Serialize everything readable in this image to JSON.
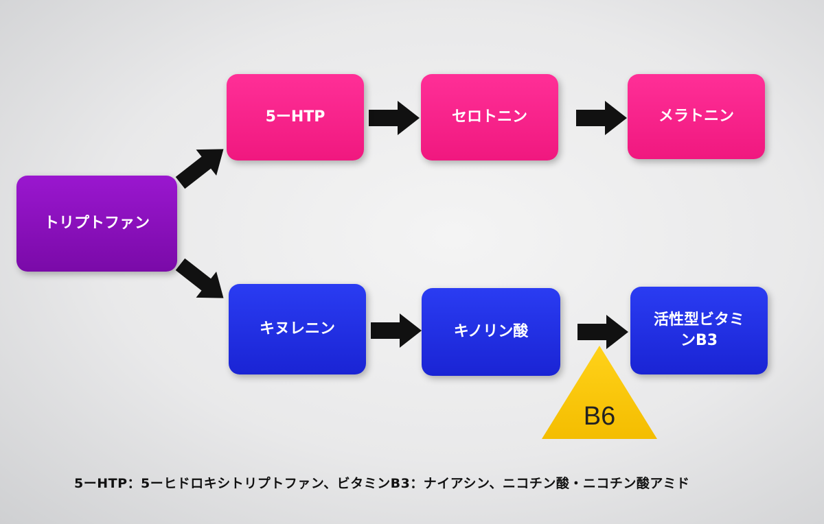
{
  "nodes": {
    "tryptophan": "トリプトファン",
    "htp5": "5ーHTP",
    "serotonin": "セロトニン",
    "melatonin": "メラトニン",
    "kynurenine": "キヌレニン",
    "quinolinic_acid": "キノリン酸",
    "active_vitamin_b3": "活性型ビタミ\nンB3"
  },
  "cofactor": {
    "label": "B6"
  },
  "footnote": "5ーHTP：5ーヒドロキシトリプトファン、ビタミンB3：ナイアシン、ニコチン酸・ニコチン酸アミド",
  "colors": {
    "pink": "#f0187f",
    "blue": "#1a24d4",
    "purple": "#8a10bc",
    "arrow": "#111111",
    "cofactor": "#ffcc00"
  },
  "icons": {
    "arrow": "right-arrow-icon",
    "cofactor": "triangle-icon"
  }
}
